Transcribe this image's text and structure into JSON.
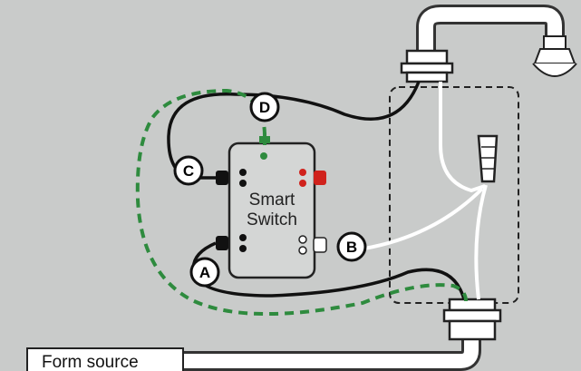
{
  "diagram": {
    "switch_label": [
      "Smart",
      "Switch"
    ],
    "source_label": "Form source",
    "terminals": [
      "A",
      "B",
      "C",
      "D"
    ]
  },
  "colors": {
    "background": "#c9cbca",
    "hot_wire": "#111111",
    "neutral_wire": "#ffffff",
    "ground_wire": "#2e8b3e",
    "terminal_red": "#d0221c"
  }
}
